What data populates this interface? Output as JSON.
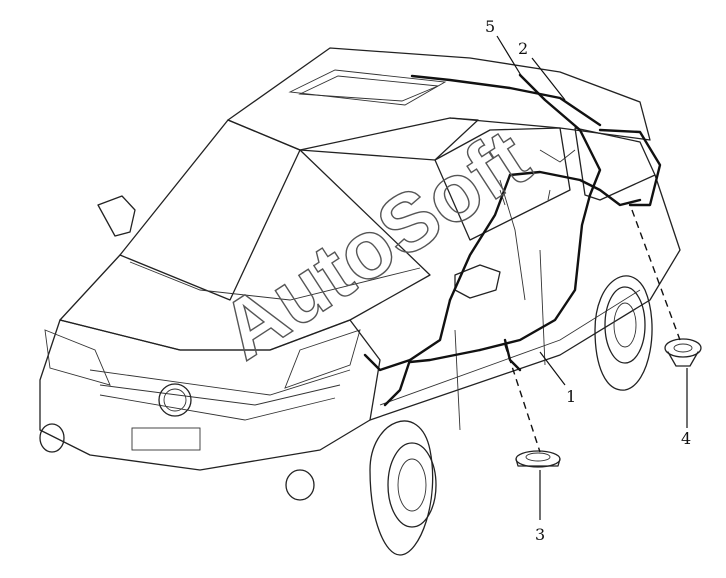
{
  "callouts": {
    "c1": "1",
    "c2": "2",
    "c3": "3",
    "c4": "4",
    "c5": "5"
  },
  "watermark": "AutoSoft"
}
